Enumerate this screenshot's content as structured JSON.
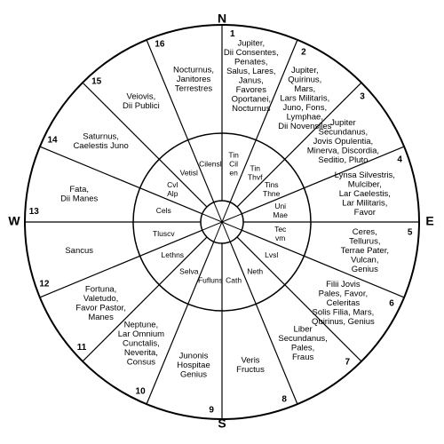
{
  "compass": {
    "north": "N",
    "east": "E",
    "south": "S",
    "west": "W"
  },
  "regions": [
    {
      "n": "1",
      "lines": [
        "Jupiter,",
        "Dii Consentes,",
        "Penates,",
        "Salus, Lares,",
        "Janus,",
        "Favores",
        "Oportanei,",
        "Nocturnus"
      ]
    },
    {
      "n": "2",
      "lines": [
        "Jupiter,",
        "Quirinus,",
        "Mars,",
        "Lars Militaris,",
        "Juno, Fons,",
        "Lymphae,",
        "Dii Novensiles"
      ]
    },
    {
      "n": "3",
      "lines": [
        "Jupiter",
        "Secundanus,",
        "Jovis Opulentia,",
        "Minerva, Discordia,",
        "Seditio, Pluto"
      ]
    },
    {
      "n": "4",
      "lines": [
        "Lynsa Silvestris,",
        "Mulciber,",
        "Lar Caelestis,",
        "Lar Militaris,",
        "Favor"
      ]
    },
    {
      "n": "5",
      "lines": [
        "Ceres,",
        "Tellurus,",
        "Terrae Pater,",
        "Vulcan,",
        "Genius"
      ]
    },
    {
      "n": "6",
      "lines": [
        "Filii Jovis",
        "Pales, Favor,",
        "Celeritas",
        "Solis Filia, Mars,",
        "Quirinus, Genius"
      ]
    },
    {
      "n": "7",
      "lines": [
        "Liber",
        "Secundanus,",
        "Pales,",
        "Fraus"
      ]
    },
    {
      "n": "8",
      "lines": [
        "Veris",
        "Fructus"
      ]
    },
    {
      "n": "9",
      "lines": [
        "Junonis",
        "Hospitae",
        "Genius"
      ]
    },
    {
      "n": "10",
      "lines": [
        "Neptune,",
        "Lar Omnium",
        "Cunctalis,",
        "Neverita,",
        "Consus"
      ]
    },
    {
      "n": "11",
      "lines": [
        "Fortuna,",
        "Valetudo,",
        "Favor Pastor,",
        "Manes"
      ]
    },
    {
      "n": "12",
      "lines": [
        "Sancus"
      ]
    },
    {
      "n": "13",
      "lines": [
        "Fata,",
        "Dii Manes"
      ]
    },
    {
      "n": "14",
      "lines": [
        "Saturnus,",
        "Caelestis Juno"
      ]
    },
    {
      "n": "15",
      "lines": [
        "Veiovis,",
        "Dii Publici"
      ]
    },
    {
      "n": "16",
      "lines": [
        "Nocturnus,",
        "Janitores",
        "Terrestres"
      ]
    }
  ],
  "etruscan": [
    [
      "Tin",
      "Cil",
      "en"
    ],
    [
      "Tin",
      "Thvf"
    ],
    [
      "Tins",
      "Thne"
    ],
    [
      "Uni",
      "Mae"
    ],
    [
      "Tec",
      "vm"
    ],
    [
      "Lvsl"
    ],
    [
      "Neth"
    ],
    [
      "Cath"
    ],
    [
      "Fufluns"
    ],
    [
      "Selva"
    ],
    [
      "Lethns"
    ],
    [
      "Tluscv"
    ],
    [
      "Cels"
    ],
    [
      "Cvl",
      "Alp"
    ],
    [
      "Vetisl"
    ],
    [
      "Cilensl"
    ]
  ]
}
